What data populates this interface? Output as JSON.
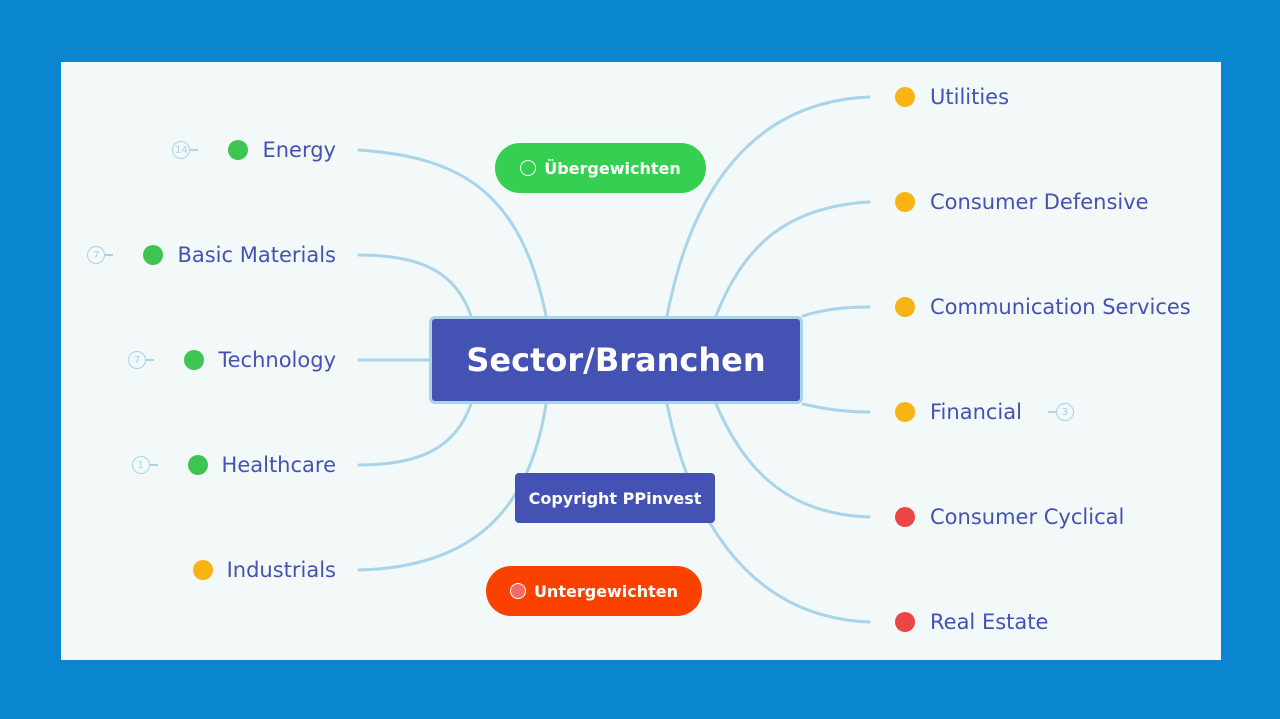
{
  "diagram": {
    "center": "Sector/Branchen",
    "overweight_label": "Übergewichten",
    "underweight_label": "Untergewichten",
    "copyright": "Copyright PPinvest",
    "colors": {
      "frame": "#0a86d1",
      "canvas": "#f3f8f9",
      "center_fill": "#4452b4",
      "link": "#a8d5e8",
      "overweight": "#35d051",
      "underweight": "#fa4100",
      "green_dot": "#3ec450",
      "amber_dot": "#f9b315",
      "red_dot": "#ec4545",
      "text": "#4452b4"
    },
    "left": [
      {
        "label": "Energy",
        "status": "green",
        "badge": "14"
      },
      {
        "label": "Basic Materials",
        "status": "green",
        "badge": "7"
      },
      {
        "label": "Technology",
        "status": "green",
        "badge": "7"
      },
      {
        "label": "Healthcare",
        "status": "green",
        "badge": "1"
      },
      {
        "label": "Industrials",
        "status": "amber",
        "badge": ""
      }
    ],
    "right": [
      {
        "label": "Utilities",
        "status": "amber",
        "badge": ""
      },
      {
        "label": "Consumer Defensive",
        "status": "amber",
        "badge": ""
      },
      {
        "label": "Communication Services",
        "status": "amber",
        "badge": ""
      },
      {
        "label": "Financial",
        "status": "amber",
        "badge": "3"
      },
      {
        "label": "Consumer Cyclical",
        "status": "red",
        "badge": ""
      },
      {
        "label": "Real Estate",
        "status": "red",
        "badge": ""
      }
    ]
  }
}
